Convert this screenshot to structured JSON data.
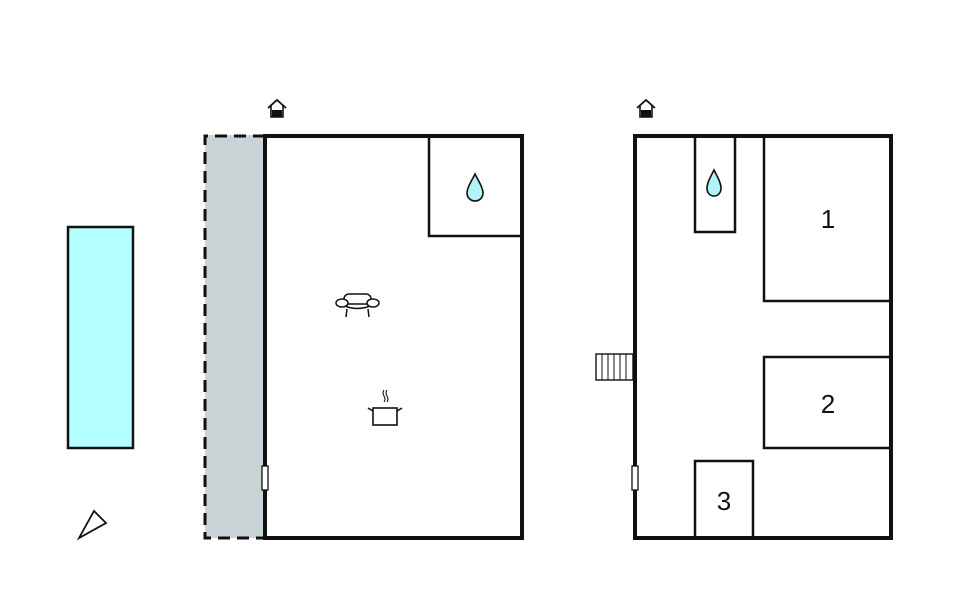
{
  "diagram": {
    "type": "floor-plan",
    "colors": {
      "wall": "#111111",
      "pool": "#b3ffff",
      "terrace": "#c8d4d6",
      "water_drop": "#b3f3f7",
      "background": "#ffffff"
    },
    "compass": {
      "icon": "north-arrow-icon"
    },
    "pool": {
      "label": "pool"
    },
    "terrace": {
      "label": "terrace"
    },
    "ground_floor": {
      "entrance_icon": "entrance-house-icon",
      "rooms": [
        {
          "name": "bathroom",
          "icon": "water-drop-icon"
        },
        {
          "name": "living-room",
          "icon": "sofa-icon"
        },
        {
          "name": "kitchen",
          "icon": "cooking-pot-icon"
        }
      ],
      "door": "entry-door"
    },
    "upper_floor": {
      "entrance_icon": "entrance-house-icon",
      "stairs": "stairs",
      "rooms": [
        {
          "name": "bathroom",
          "icon": "water-drop-icon"
        },
        {
          "name": "bedroom-1",
          "label": "1"
        },
        {
          "name": "bedroom-2",
          "label": "2"
        },
        {
          "name": "bedroom-3",
          "label": "3"
        }
      ],
      "door": "entry-door"
    }
  }
}
